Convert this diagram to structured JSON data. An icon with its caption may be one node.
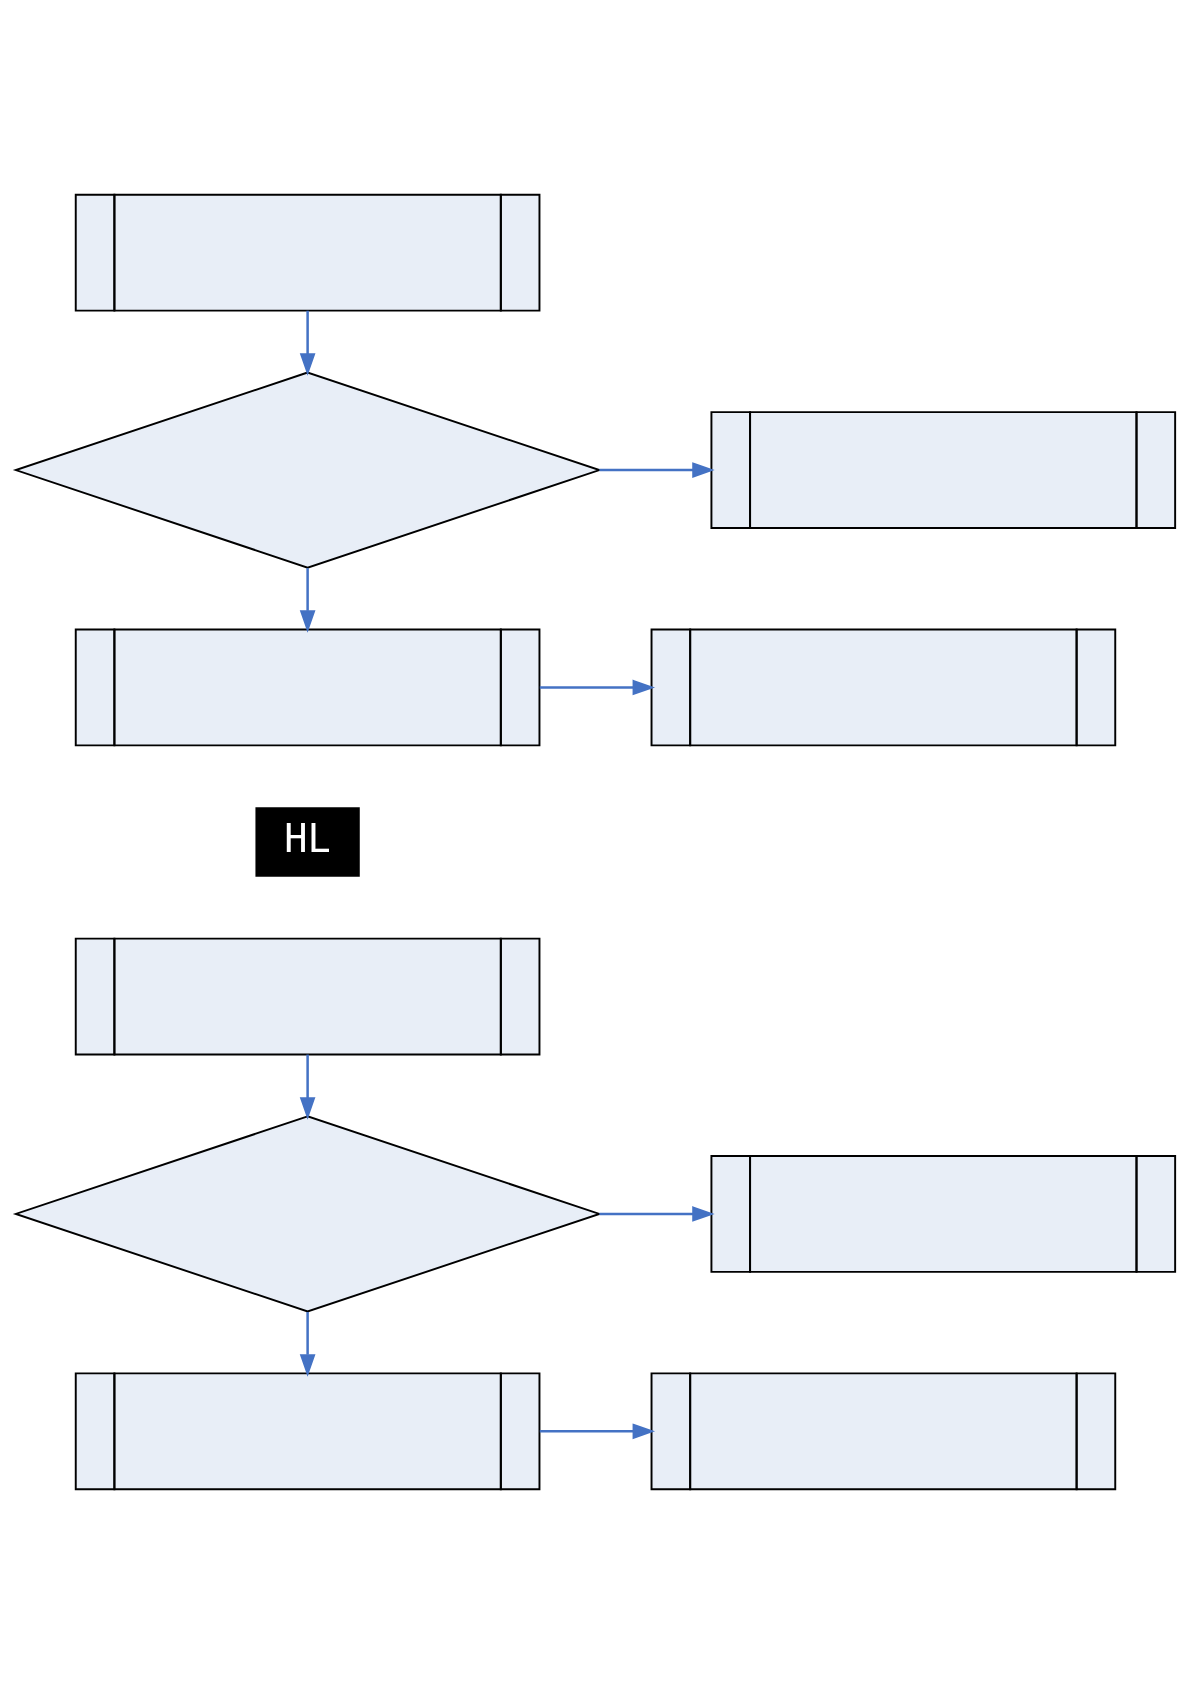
{
  "diagram": {
    "nodes": [
      {
        "text": [],
        "shape": "box"
      },
      {
        "text": [],
        "shape": "diamond"
      },
      {
        "text": [],
        "shape": "box"
      },
      {
        "text": [],
        "shape": "box"
      },
      {
        "text": [],
        "shape": "box"
      },
      {
        "text": [],
        "shape": "box"
      },
      {
        "text": [],
        "shape": "diamond"
      },
      {
        "text": [],
        "shape": "box"
      },
      {
        "text": [],
        "shape": "box"
      },
      {
        "text": [],
        "shape": "box"
      }
    ],
    "edges": [
      {
        "from": 0,
        "to": 1,
        "arrow": "to"
      },
      {
        "from": 1,
        "to": 2,
        "arrow": "to"
      },
      {
        "from": 1,
        "to": 3,
        "arrow": "to"
      },
      {
        "from": 3,
        "to": 4,
        "arrow": "to"
      },
      {
        "from": 5,
        "to": 6,
        "arrow": "to"
      },
      {
        "from": 6,
        "to": 7,
        "arrow": "to"
      },
      {
        "from": 6,
        "to": 8,
        "arrow": "to"
      },
      {
        "from": 8,
        "to": 9,
        "arrow": "to"
      }
    ],
    "labels": [
      "HL"
    ]
  }
}
